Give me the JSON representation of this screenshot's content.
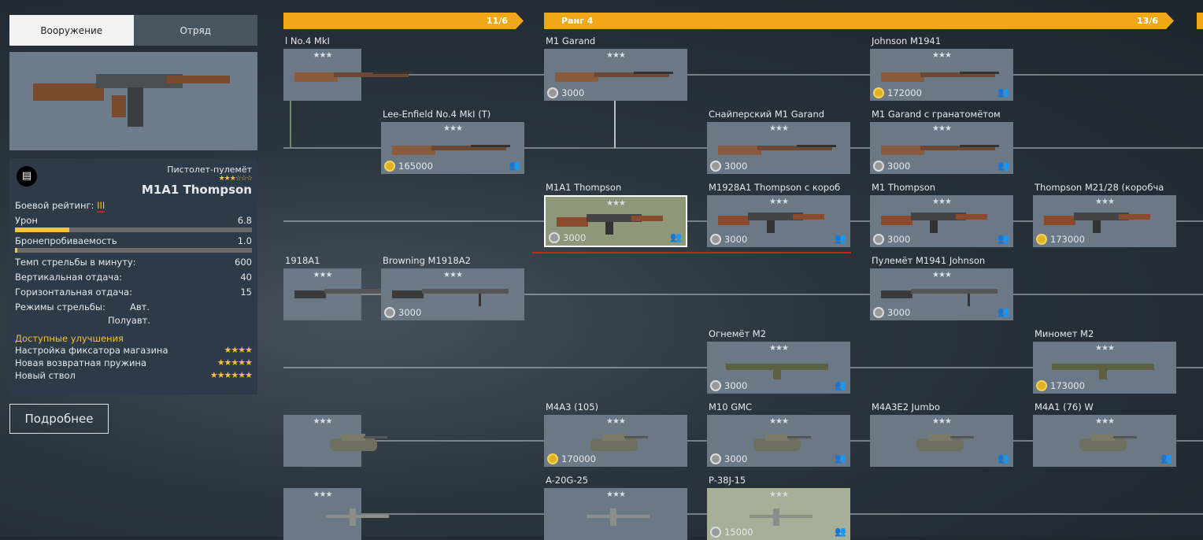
{
  "sidebar": {
    "tabs": [
      "Вооружение",
      "Отряд"
    ],
    "info": {
      "type": "Пистолет-пулемёт",
      "stars": "★★★☆☆☆",
      "name": "M1A1 Thompson",
      "rating_label": "Боевой рейтинг:",
      "rating": "III",
      "bars": [
        {
          "label": "Урон",
          "value": "6.8",
          "fill": 0.23
        },
        {
          "label": "Бронепробиваемость",
          "value": "1.0",
          "fill": 0.01
        }
      ],
      "stats": [
        {
          "label": "Темп стрельбы в минуту:",
          "value": "600"
        },
        {
          "label": "Вертикальная отдача:",
          "value": "40"
        },
        {
          "label": "Горизонтальная отдача:",
          "value": "15"
        }
      ],
      "fire_modes_label": "Режимы стрельбы:",
      "fire_modes": [
        "Авт.",
        "Полуавт."
      ],
      "upgrades_title": "Доступные улучшения",
      "upgrades": [
        {
          "label": "Настройка фиксатора магазина",
          "stars": "★★★★"
        },
        {
          "label": "Новая возвратная пружина",
          "stars": "★★★★★"
        },
        {
          "label": "Новый ствол",
          "stars": "★★★★★★"
        }
      ]
    },
    "more_button": "Подробнее"
  },
  "ranks": [
    {
      "label": "",
      "count": "11/6"
    },
    {
      "label": "Ранг 4",
      "count": "13/6"
    }
  ],
  "cards": [
    {
      "col": 0,
      "row": 0,
      "label": "l No.4 MkI",
      "price": "",
      "kind": "rifle"
    },
    {
      "col": 2,
      "row": 0,
      "label": "M1 Garand",
      "price": "3000",
      "coin": "silver",
      "kind": "rifle"
    },
    {
      "col": 4,
      "row": 0,
      "label": "Johnson M1941",
      "price": "172000",
      "coin": "gold",
      "squad": true,
      "kind": "rifle"
    },
    {
      "col": 1,
      "row": 1,
      "label": "Lee-Enfield No.4 MkI (T)",
      "price": "165000",
      "coin": "gold",
      "squad": true,
      "kind": "rifle"
    },
    {
      "col": 3,
      "row": 1,
      "label": "Снайперский M1 Garand",
      "price": "3000",
      "coin": "silver",
      "kind": "rifle"
    },
    {
      "col": 4,
      "row": 1,
      "label": "M1 Garand с гранатомётом",
      "price": "3000",
      "coin": "silver",
      "squad": true,
      "kind": "rifle"
    },
    {
      "col": 2,
      "row": 2,
      "label": "M1A1 Thompson",
      "price": "3000",
      "coin": "silver",
      "squad": true,
      "kind": "smg",
      "selected": true
    },
    {
      "col": 3,
      "row": 2,
      "label": "M1928A1 Thompson с короб",
      "price": "3000",
      "coin": "silver",
      "squad": true,
      "kind": "smg"
    },
    {
      "col": 4,
      "row": 2,
      "label": "M1 Thompson",
      "price": "3000",
      "coin": "silver",
      "squad": true,
      "kind": "smg"
    },
    {
      "col": 5,
      "row": 2,
      "label": "Thompson M21/28 (коробча",
      "price": "173000",
      "coin": "gold",
      "kind": "smg"
    },
    {
      "col": 0,
      "row": 3,
      "label": "1918A1",
      "price": "",
      "kind": "mg"
    },
    {
      "col": 1,
      "row": 3,
      "label": "Browning M1918A2",
      "price": "3000",
      "coin": "silver",
      "kind": "mg"
    },
    {
      "col": 4,
      "row": 3,
      "label": "Пулемёт M1941 Johnson",
      "price": "3000",
      "coin": "silver",
      "squad": true,
      "kind": "mg"
    },
    {
      "col": 3,
      "row": 4,
      "label": "Огнемёт M2",
      "price": "3000",
      "coin": "silver",
      "squad": true,
      "kind": "flame"
    },
    {
      "col": 5,
      "row": 4,
      "label": "Миномет M2",
      "price": "173000",
      "coin": "gold",
      "kind": "flame"
    },
    {
      "col": 0,
      "row": 5,
      "label": "",
      "price": "",
      "kind": "tank"
    },
    {
      "col": 2,
      "row": 5,
      "label": "M4A3 (105)",
      "price": "170000",
      "coin": "gold",
      "kind": "tank"
    },
    {
      "col": 3,
      "row": 5,
      "label": "M10 GMC",
      "price": "3000",
      "coin": "silver",
      "squad": true,
      "kind": "tank"
    },
    {
      "col": 4,
      "row": 5,
      "label": "M4A3E2 Jumbo",
      "price": "",
      "squad": true,
      "kind": "tank"
    },
    {
      "col": 5,
      "row": 5,
      "label": "M4A1 (76) W",
      "price": "",
      "squad": true,
      "kind": "tank"
    },
    {
      "col": 0,
      "row": 6,
      "label": "",
      "price": "",
      "kind": "plane"
    },
    {
      "col": 2,
      "row": 6,
      "label": "A-20G-25",
      "price": "",
      "kind": "plane"
    },
    {
      "col": 3,
      "row": 6,
      "label": "P-38J-15",
      "price": "15000",
      "coin": "silver",
      "squad": true,
      "kind": "plane",
      "green": true
    }
  ],
  "card_stars": "★★★",
  "squad_icon": "squad-icon"
}
